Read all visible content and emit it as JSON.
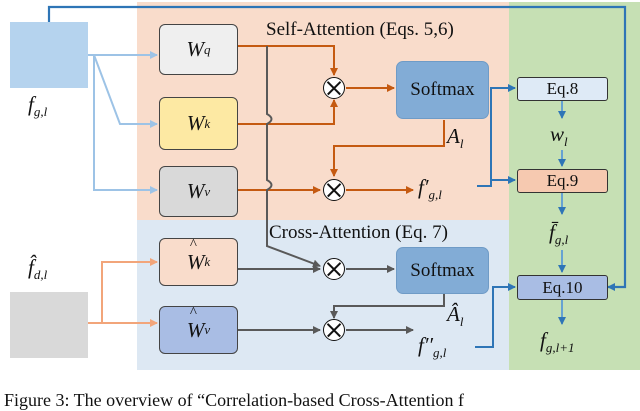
{
  "colors": {
    "self_attention_bg": "#f9dccb",
    "cross_attention_bg": "#dde8f3",
    "fusion_bg": "#c6e0b4",
    "input_g_block": "#b5d3ee",
    "input_d_block": "#d9d9d9",
    "wq": "#efefef",
    "wk": "#fde9a3",
    "wv": "#d9d9d9",
    "wk_hat": "#f9dccb",
    "wv_hat": "#a9bde4",
    "softmax": "#82acd6",
    "eq8": "#deeaf6",
    "eq9": "#f6c9b0",
    "eq10": "#a9bde4",
    "orange_arrow": "#c55a11",
    "light_orange_arrow": "#f2a57a",
    "light_blue_arrow": "#9dc3e6",
    "blue_arrow": "#2e75b6",
    "gray_arrow": "#595959"
  },
  "titles": {
    "self_attention": "Self-Attention (Eqs. 5,6)",
    "cross_attention": "Cross-Attention (Eq. 7)"
  },
  "inputs": {
    "g": {
      "base": "f",
      "sub": "g,l"
    },
    "d": {
      "base": "f̂",
      "sub": "d,l"
    }
  },
  "weights": {
    "wq": {
      "base": "W",
      "sub": "q"
    },
    "wk": {
      "base": "W",
      "sub": "k"
    },
    "wv": {
      "base": "W",
      "sub": "v"
    },
    "wk_hat": {
      "base": "W",
      "sub": "k"
    },
    "wv_hat": {
      "base": "W",
      "sub": "v"
    }
  },
  "softmax_label": "Softmax",
  "intermediates": {
    "A": {
      "base": "A",
      "sub": "l"
    },
    "A_hat": {
      "base": "Â",
      "sub": "l"
    },
    "f_prime": {
      "base": "f′",
      "sub": "g,l"
    },
    "f_dprime": {
      "base": "f′′",
      "sub": "g,l"
    }
  },
  "fusion": {
    "eq8": "Eq.8",
    "eq9": "Eq.9",
    "eq10": "Eq.10",
    "w": {
      "base": "w",
      "sub": "l"
    },
    "f_bar": {
      "base": "f̄",
      "sub": "g,l"
    },
    "output": {
      "base": "f",
      "sub": "g,l+1"
    }
  },
  "caption": "Figure 3: The overview of “Correlation-based Cross-Attention f"
}
